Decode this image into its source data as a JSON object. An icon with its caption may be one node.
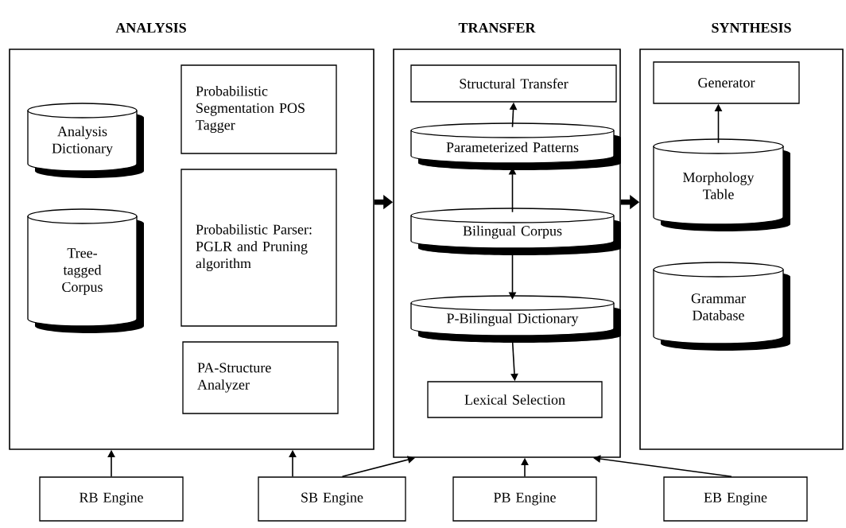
{
  "diagram": {
    "nodes": [
      {
        "text": [
          "ANALYSIS"
        ]
      },
      {
        "text": [
          "Analysis Dictionary"
        ],
        "in": 0
      },
      {
        "text": [
          "Tree-tagged Corpus"
        ],
        "in": 0
      },
      {
        "text": [
          "Probabilistic Segmentation POS Tagger"
        ],
        "in": 0
      },
      {
        "text": [
          "Probabilistic Parser: PGLR and Pruning algorithm"
        ],
        "in": 0
      },
      {
        "text": [
          "PA-Structure Analyzer"
        ],
        "in": 0
      },
      {
        "text": [
          "TRANSFER"
        ]
      },
      {
        "text": [
          "Structural Transfer"
        ],
        "in": 6
      },
      {
        "text": [
          "Parameterized Patterns"
        ],
        "in": 6
      },
      {
        "text": [
          "Bilingual Corpus"
        ],
        "in": 6
      },
      {
        "text": [
          "P-Bilingual Dictionary"
        ],
        "in": 6
      },
      {
        "text": [
          "Lexical Selection"
        ],
        "in": 6
      },
      {
        "text": [
          "SYNTHESIS"
        ]
      },
      {
        "text": [
          "Generator"
        ],
        "in": 12
      },
      {
        "text": [
          "Morphology Table"
        ],
        "in": 12
      },
      {
        "text": [
          "Grammar Database"
        ],
        "in": 12
      },
      {
        "text": [
          "RB Engine"
        ]
      },
      {
        "text": [
          "SB Engine"
        ]
      },
      {
        "text": [
          "PB Engine"
        ]
      },
      {
        "text": [
          "EB Engine"
        ]
      }
    ],
    "edges": [
      {
        "from": 0,
        "to": 6,
        "arrow": "to",
        "style": "thick"
      },
      {
        "from": 6,
        "to": 12,
        "arrow": "to",
        "style": "thick"
      },
      {
        "from": 8,
        "to": 7,
        "arrow": "to"
      },
      {
        "from": 9,
        "to": 8,
        "arrow": "to"
      },
      {
        "from": 9,
        "to": 10,
        "arrow": "to"
      },
      {
        "from": 10,
        "to": 11,
        "arrow": "to"
      },
      {
        "from": 14,
        "to": 13,
        "arrow": "to"
      },
      {
        "from": 16,
        "to": 0,
        "arrow": "to"
      },
      {
        "from": 17,
        "to": 0,
        "arrow": "to"
      },
      {
        "from": 17,
        "to": 6,
        "arrow": "to"
      },
      {
        "from": 18,
        "to": 6,
        "arrow": "to"
      },
      {
        "from": 19,
        "to": 6,
        "arrow": "to"
      }
    ]
  }
}
